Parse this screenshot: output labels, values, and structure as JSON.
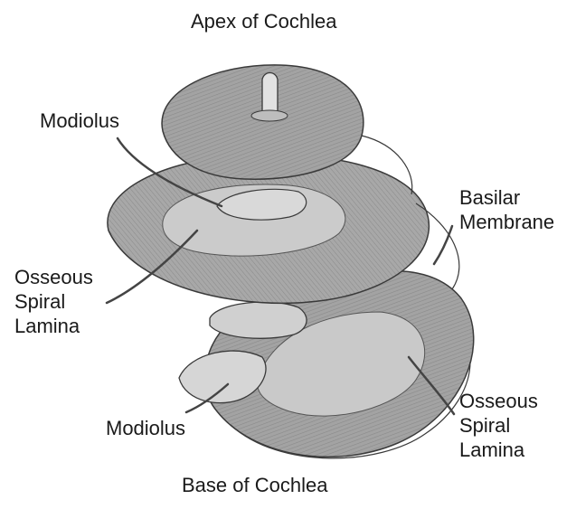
{
  "title_top": "Apex of Cochlea",
  "title_bottom": "Base of Cochlea",
  "labels": {
    "modiolus_upper": [
      "Modiolus"
    ],
    "osseous_left": [
      "Osseous",
      "Spiral",
      "Lamina"
    ],
    "basilar": [
      "Basilar",
      "Membrane"
    ],
    "modiolus_lower": [
      "Modiolus"
    ],
    "osseous_right": [
      "Osseous",
      "Spiral",
      "Lamina"
    ]
  },
  "colors": {
    "membrane_fill": "#9a9a9a",
    "lamina_fill": "#cfcfcf",
    "outline": "#3a3a3a",
    "leader": "#444444"
  }
}
